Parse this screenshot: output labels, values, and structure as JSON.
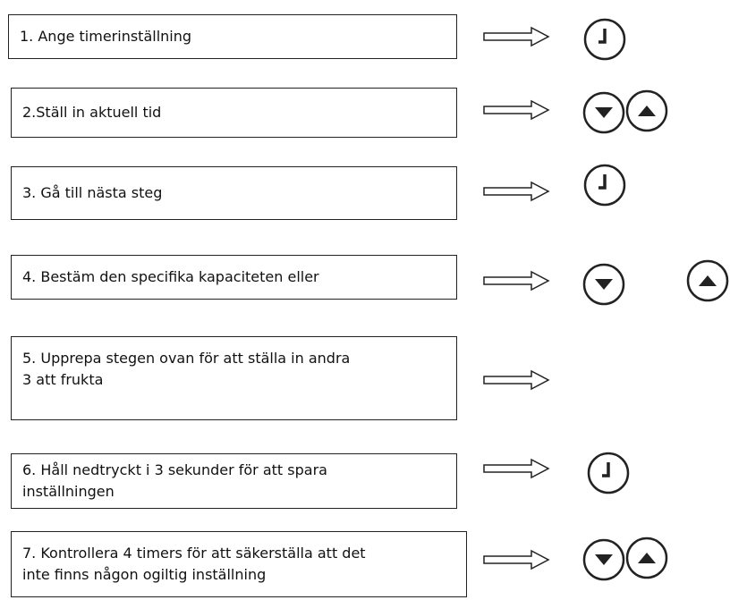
{
  "steps": [
    {
      "id": "s1",
      "lines": [
        "1. Ange timerinställning"
      ],
      "icons": [
        "clock-button"
      ]
    },
    {
      "id": "s2",
      "lines": [
        "2.Ställ in aktuell tid"
      ],
      "icons": [
        "down-button",
        "up-button"
      ]
    },
    {
      "id": "s3",
      "lines": [
        "3. Gå till nästa steg"
      ],
      "icons": [
        "clock-button"
      ]
    },
    {
      "id": "s4",
      "lines": [
        "4. Bestäm den specifika kapaciteten eller"
      ],
      "icons": [
        "down-button",
        "up-button"
      ]
    },
    {
      "id": "s5",
      "lines": [
        "5. Upprepa stegen ovan för att ställa in andra",
        "3 att frukta"
      ],
      "icons": []
    },
    {
      "id": "s6",
      "lines": [
        "6. Håll nedtryckt i 3 sekunder för att spara",
        "inställningen"
      ],
      "icons": [
        "clock-button"
      ]
    },
    {
      "id": "s7",
      "lines": [
        "7. Kontrollera 4 timers för att säkerställa att det",
        "inte finns någon ogiltig inställning"
      ],
      "icons": [
        "down-button",
        "up-button"
      ]
    }
  ],
  "colors": {
    "stroke": "#222222",
    "background": "#ffffff"
  }
}
